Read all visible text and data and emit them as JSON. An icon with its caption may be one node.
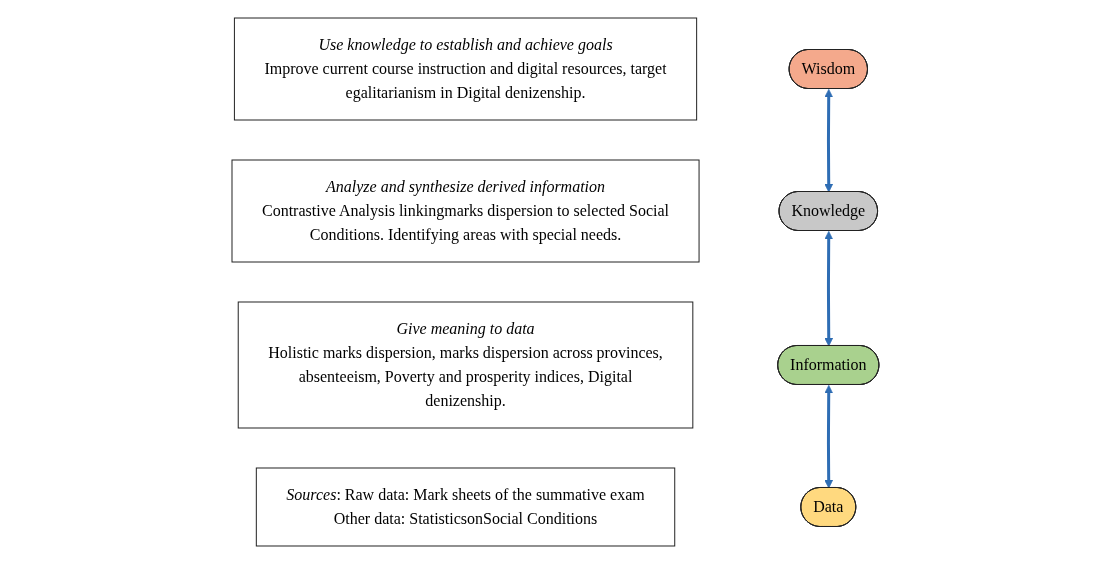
{
  "diagram": {
    "nodes": [
      {
        "text": [
          "Use knowledge to establish and achieve goals",
          "Improve current course instruction and digital resources, target egalitarianism in Digital denizenship."
        ]
      },
      {
        "text": [
          "Analyze and synthesize derived information",
          "Contrastive Analysis linkingmarks dispersion to selected Social Conditions. Identifying areas with special needs."
        ]
      },
      {
        "text": [
          "Give meaning to data",
          "Holistic marks dispersion, marks dispersion across provinces, absenteeism, Poverty and prosperity indices, Digital denizenship."
        ]
      },
      {
        "text": [
          "*Sources*: Raw data: Mark sheets of the summative exam",
          "Other data: StatisticsonSocial Conditions"
        ]
      },
      {
        "text": [
          "Wisdom"
        ]
      },
      {
        "text": [
          "Knowledge"
        ]
      },
      {
        "text": [
          "Information"
        ]
      },
      {
        "text": [
          "Data"
        ]
      }
    ],
    "edges": [
      {
        "from": 4,
        "to": 5,
        "arrow": "both"
      },
      {
        "from": 5,
        "to": 6,
        "arrow": "both"
      },
      {
        "from": 6,
        "to": 7,
        "arrow": "both"
      }
    ]
  }
}
